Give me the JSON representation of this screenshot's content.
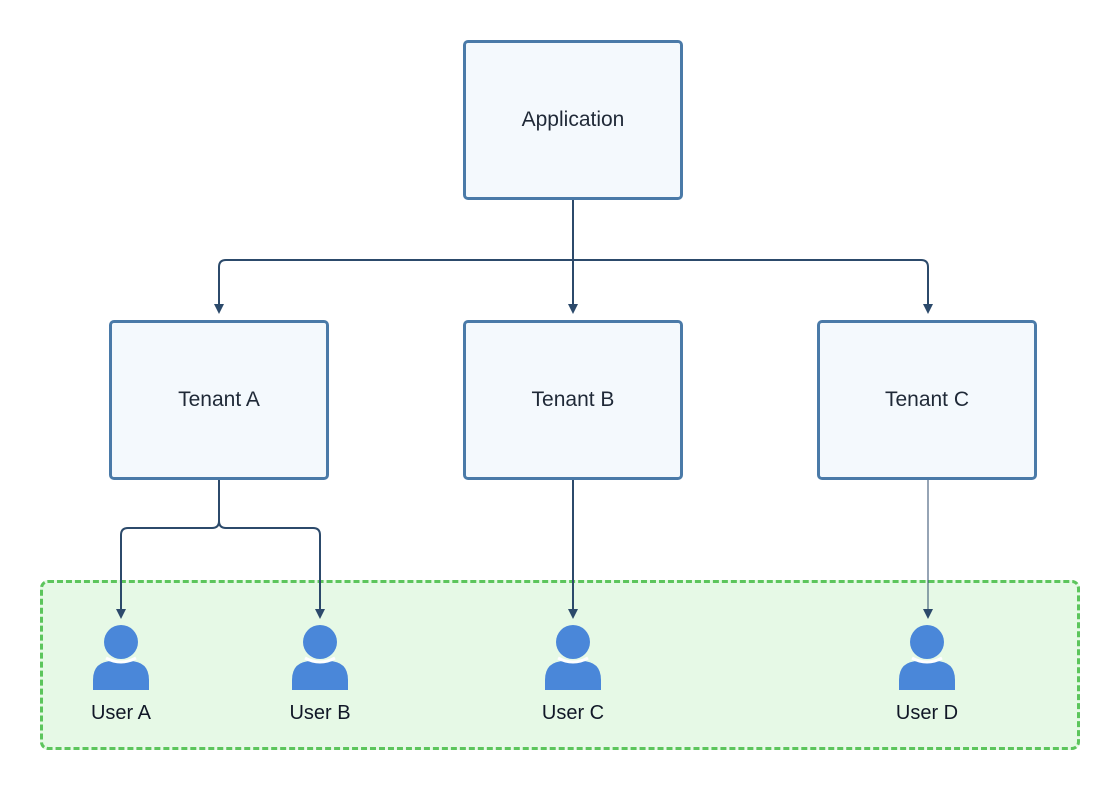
{
  "nodes": {
    "application": "Application",
    "tenant_a": "Tenant A",
    "tenant_b": "Tenant B",
    "tenant_c": "Tenant C"
  },
  "users": {
    "user_a": "User A",
    "user_b": "User B",
    "user_c": "User C",
    "user_d": "User D"
  },
  "colors": {
    "node_border": "#4a7aa8",
    "node_fill": "#f4f9fd",
    "connector": "#2c4a6b",
    "group_border": "#5cc55c",
    "group_fill": "#e6f9e6",
    "user_icon": "#4a87d9"
  },
  "icons": {
    "user": "user-icon"
  }
}
